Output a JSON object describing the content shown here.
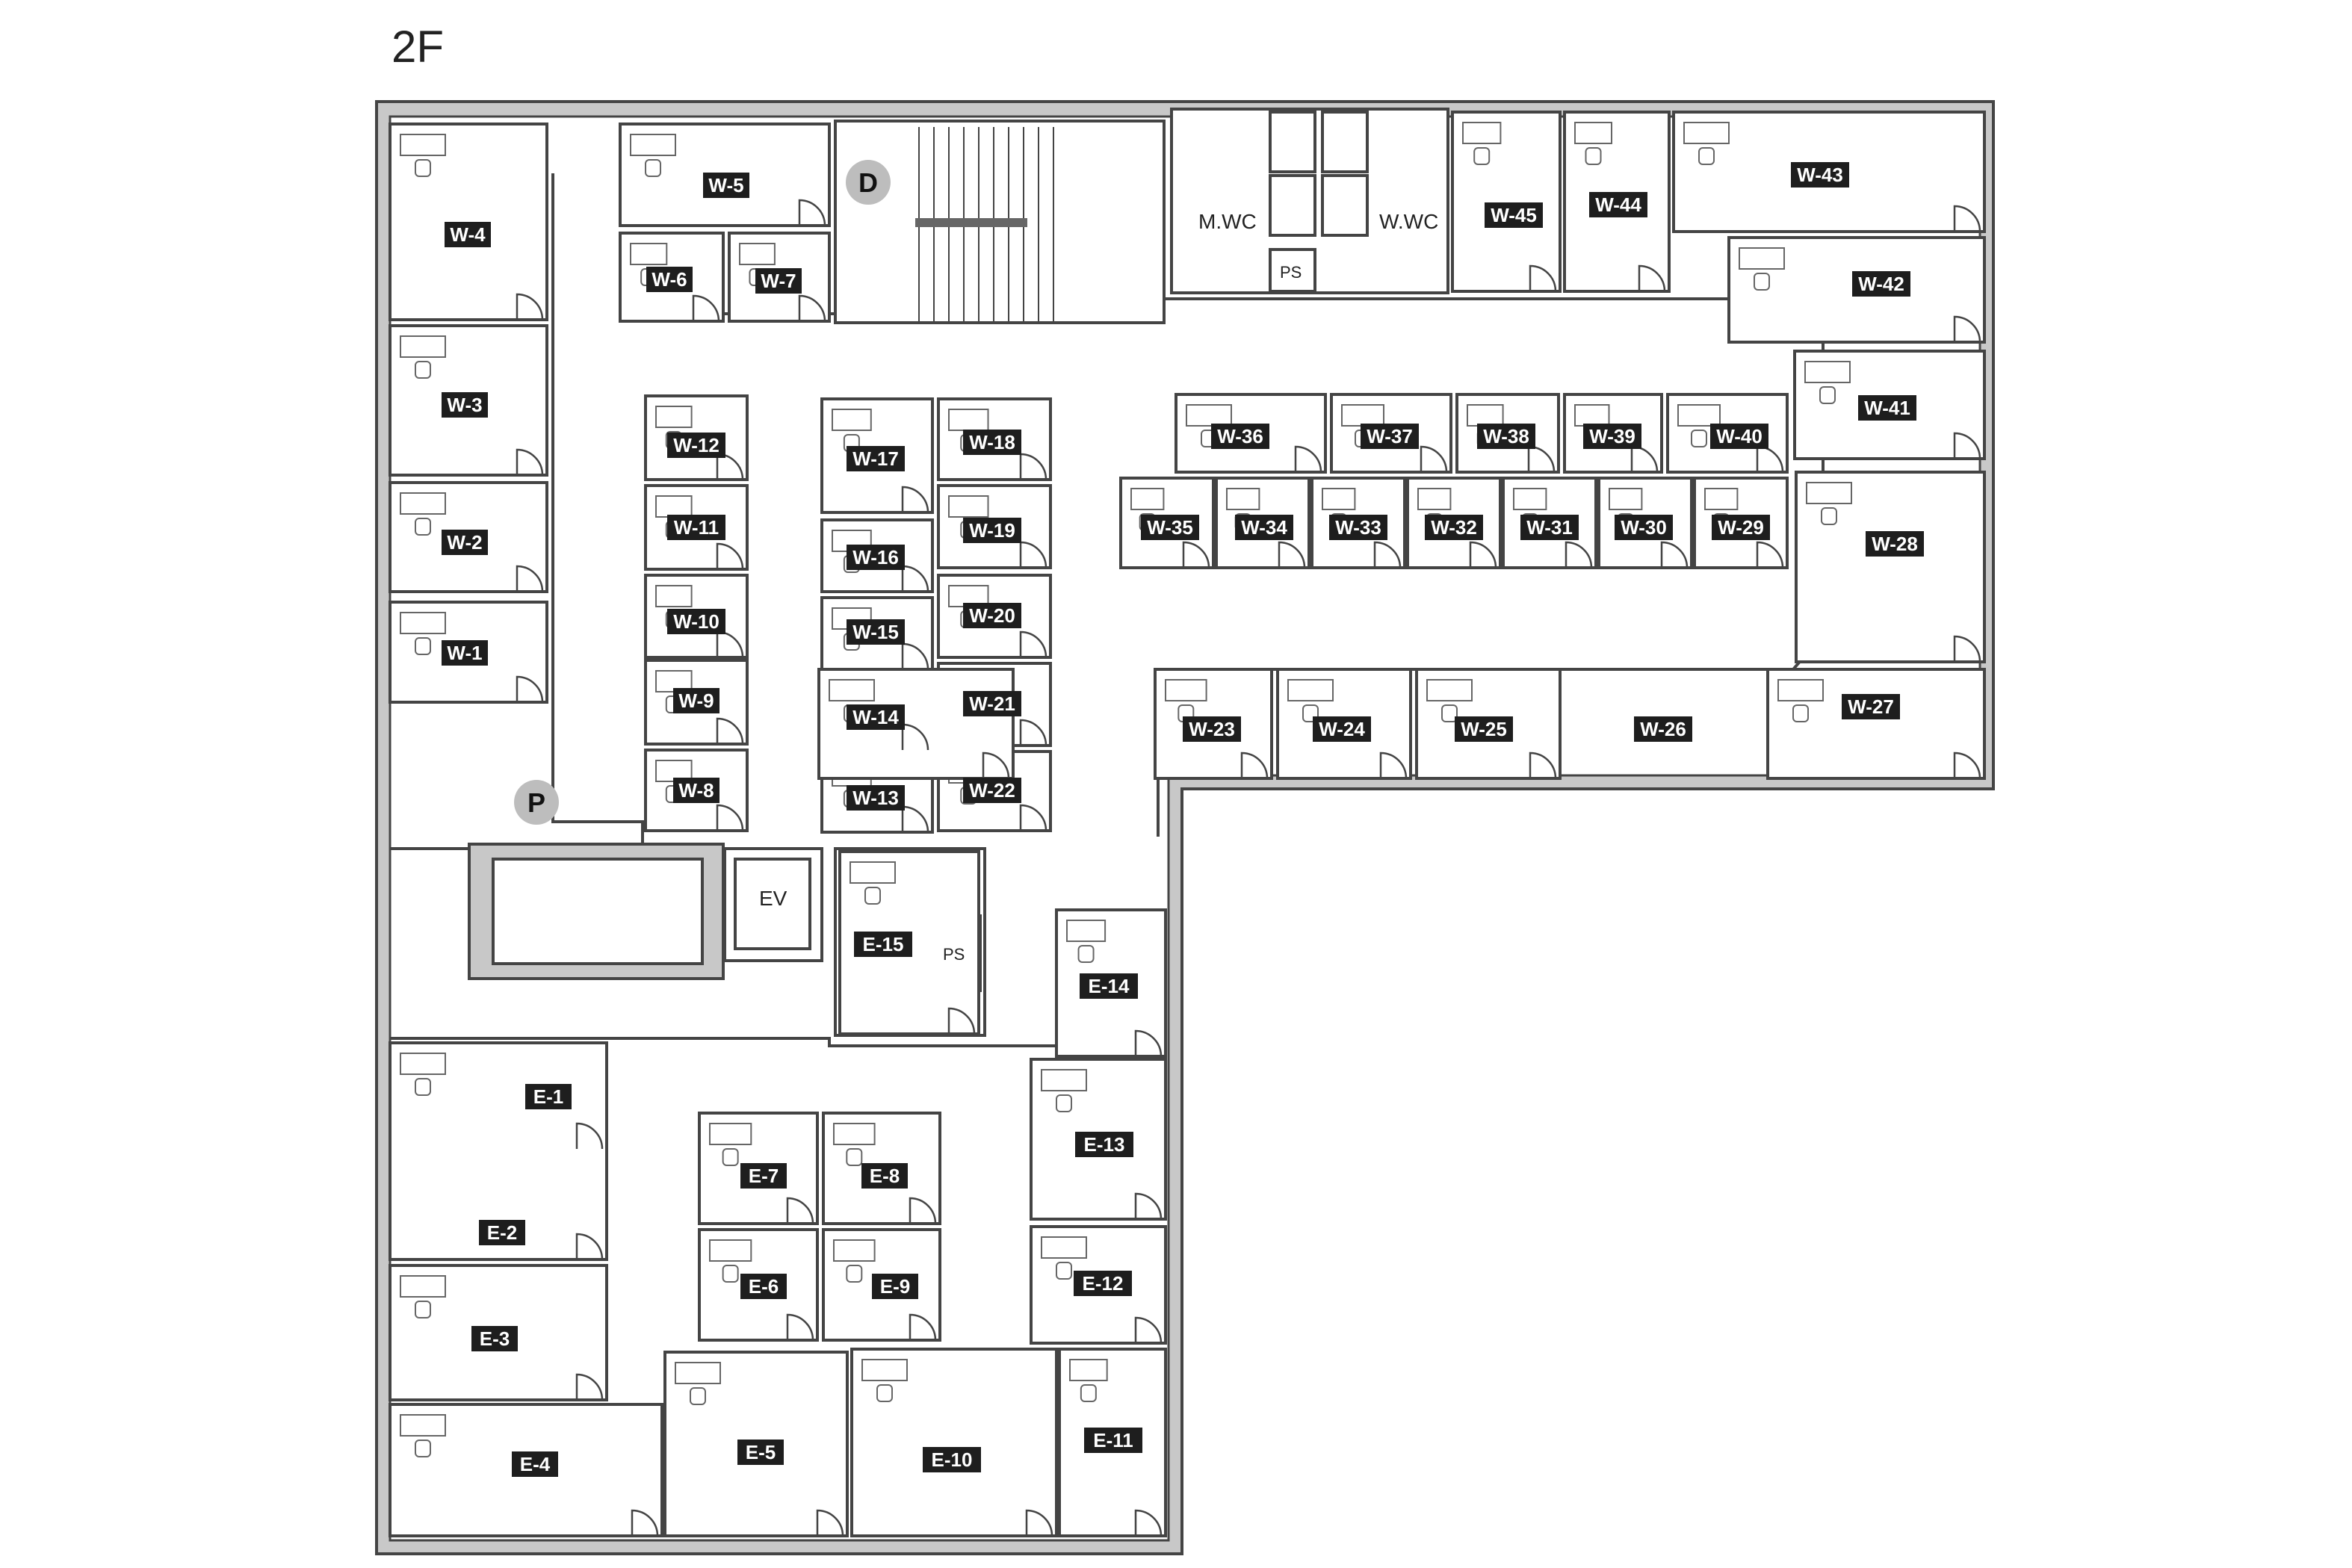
{
  "floor": {
    "title": "2F"
  },
  "markers": {
    "d": "D",
    "p": "P"
  },
  "facilities": {
    "mwc": "M.WC",
    "wwc": "W.WC",
    "ps1": "PS",
    "ps2": "PS",
    "ev": "EV"
  },
  "colors": {
    "wall": "#c8c8c8",
    "line": "#444444",
    "label_bg": "#1e1e1e"
  },
  "rooms": [
    {
      "id": "W-1"
    },
    {
      "id": "W-2"
    },
    {
      "id": "W-3"
    },
    {
      "id": "W-4"
    },
    {
      "id": "W-5"
    },
    {
      "id": "W-6"
    },
    {
      "id": "W-7"
    },
    {
      "id": "W-8"
    },
    {
      "id": "W-9"
    },
    {
      "id": "W-10"
    },
    {
      "id": "W-11"
    },
    {
      "id": "W-12"
    },
    {
      "id": "W-13"
    },
    {
      "id": "W-14"
    },
    {
      "id": "W-15"
    },
    {
      "id": "W-16"
    },
    {
      "id": "W-17"
    },
    {
      "id": "W-18"
    },
    {
      "id": "W-19"
    },
    {
      "id": "W-20"
    },
    {
      "id": "W-21"
    },
    {
      "id": "W-22"
    },
    {
      "id": "W-23"
    },
    {
      "id": "W-24"
    },
    {
      "id": "W-25"
    },
    {
      "id": "W-26"
    },
    {
      "id": "W-27"
    },
    {
      "id": "W-28"
    },
    {
      "id": "W-29"
    },
    {
      "id": "W-30"
    },
    {
      "id": "W-31"
    },
    {
      "id": "W-32"
    },
    {
      "id": "W-33"
    },
    {
      "id": "W-34"
    },
    {
      "id": "W-35"
    },
    {
      "id": "W-36"
    },
    {
      "id": "W-37"
    },
    {
      "id": "W-38"
    },
    {
      "id": "W-39"
    },
    {
      "id": "W-40"
    },
    {
      "id": "W-41"
    },
    {
      "id": "W-42"
    },
    {
      "id": "W-43"
    },
    {
      "id": "W-44"
    },
    {
      "id": "W-45"
    },
    {
      "id": "E-1"
    },
    {
      "id": "E-2"
    },
    {
      "id": "E-3"
    },
    {
      "id": "E-4"
    },
    {
      "id": "E-5"
    },
    {
      "id": "E-6"
    },
    {
      "id": "E-7"
    },
    {
      "id": "E-8"
    },
    {
      "id": "E-9"
    },
    {
      "id": "E-10"
    },
    {
      "id": "E-11"
    },
    {
      "id": "E-12"
    },
    {
      "id": "E-13"
    },
    {
      "id": "E-14"
    },
    {
      "id": "E-15"
    }
  ]
}
